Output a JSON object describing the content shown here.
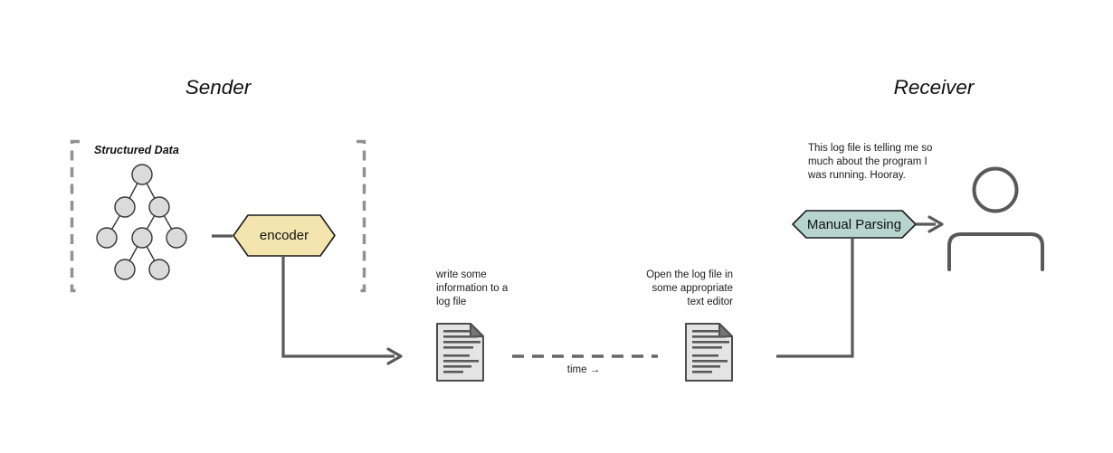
{
  "titles": {
    "sender": "Sender",
    "receiver": "Receiver"
  },
  "sender_section": {
    "structured_data_label": "Structured Data",
    "encoder_label": "encoder"
  },
  "timeline": {
    "write_note": "write some\ninformation to a\nlog file",
    "open_note": "Open the log file in\nsome appropriate\ntext editor",
    "time_label": "time →"
  },
  "receiver_section": {
    "parsing_label": "Manual Parsing",
    "thought": "This log file is telling me so\nmuch about the program I\nwas running. Hooray."
  },
  "icons": {
    "structured_data": "tree-diagram-icon",
    "log_file_written": "document-icon",
    "log_file_opened": "document-icon",
    "receiver": "person-icon"
  },
  "colors": {
    "encoder_fill": "#F4E5AE",
    "parsing_fill": "#B7D4CF",
    "shape_stroke": "#1a1a1a",
    "connector": "#595959",
    "dash_line": "#666666",
    "bracket": "#919191",
    "node_fill": "#DBDBDB",
    "node_stroke": "#333333",
    "doc_fill": "#E4E4E4",
    "doc_stroke": "#4D4D4D",
    "doc_fold": "#757575",
    "doc_text_bar": "#595959",
    "person_stroke": "#595959"
  }
}
